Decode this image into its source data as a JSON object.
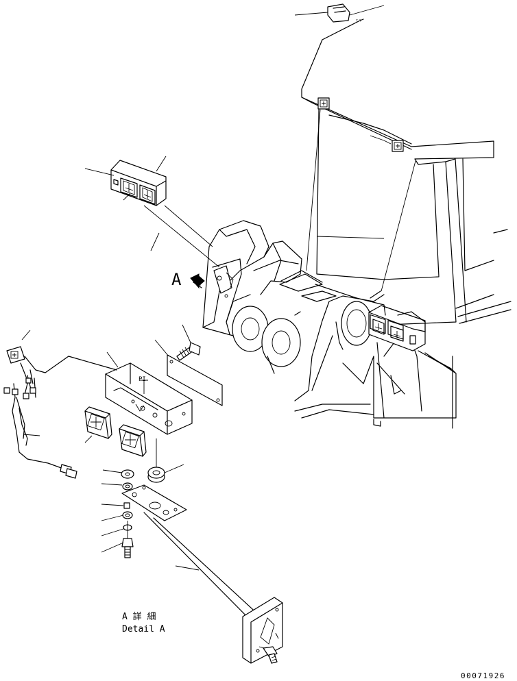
{
  "view_label": "A",
  "detail_caption_jp": "A 詳 細",
  "detail_caption_en": "Detail A",
  "drawing_number": "00071926"
}
